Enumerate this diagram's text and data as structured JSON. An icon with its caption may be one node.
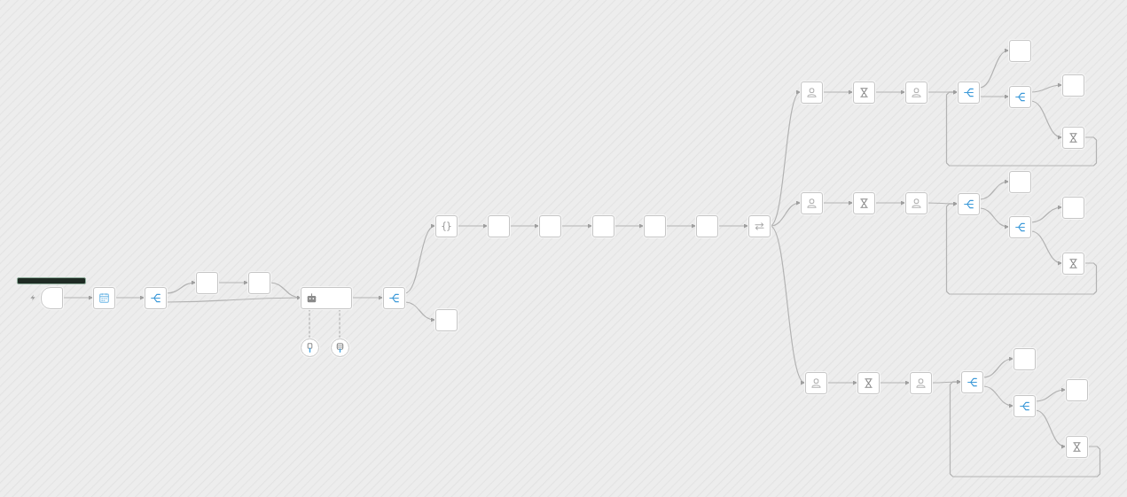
{
  "diagram": {
    "nodes": [
      {
        "text": [],
        "shape": "box"
      },
      {
        "text": [],
        "shape": "box"
      },
      {
        "text": [],
        "shape": "box"
      },
      {
        "text": [],
        "shape": "box"
      },
      {
        "text": [],
        "shape": "box"
      },
      {
        "text": [],
        "shape": "box"
      },
      {
        "text": [],
        "shape": "circle"
      },
      {
        "text": [],
        "shape": "circle"
      },
      {
        "text": [],
        "shape": "box"
      },
      {
        "text": [],
        "shape": "box"
      },
      {
        "text": [],
        "shape": "box"
      },
      {
        "text": [],
        "shape": "box"
      },
      {
        "text": [],
        "shape": "box"
      },
      {
        "text": [],
        "shape": "box"
      },
      {
        "text": [],
        "shape": "box"
      },
      {
        "text": [],
        "shape": "box"
      },
      {
        "text": [],
        "shape": "box"
      },
      {
        "text": [],
        "shape": "box"
      },
      {
        "text": [],
        "shape": "box"
      },
      {
        "text": [],
        "shape": "box"
      },
      {
        "text": [],
        "shape": "box"
      },
      {
        "text": [],
        "shape": "box"
      },
      {
        "text": [],
        "shape": "box"
      },
      {
        "text": [],
        "shape": "box"
      },
      {
        "text": [],
        "shape": "box"
      },
      {
        "text": [],
        "shape": "box"
      },
      {
        "text": [],
        "shape": "box"
      },
      {
        "text": [],
        "shape": "box"
      },
      {
        "text": [],
        "shape": "box"
      },
      {
        "text": [],
        "shape": "box"
      },
      {
        "text": [],
        "shape": "box"
      },
      {
        "text": [],
        "shape": "box"
      },
      {
        "text": [],
        "shape": "box"
      },
      {
        "text": [],
        "shape": "box"
      },
      {
        "text": [],
        "shape": "box"
      },
      {
        "text": [],
        "shape": "box"
      },
      {
        "text": [],
        "shape": "box"
      },
      {
        "text": [],
        "shape": "box"
      },
      {
        "text": [],
        "shape": "box"
      },
      {
        "text": [],
        "shape": "box"
      },
      {
        "text": [],
        "shape": "box"
      }
    ],
    "edges": [
      {
        "from": 0,
        "to": 1,
        "arrow": "to"
      },
      {
        "from": 1,
        "to": 2,
        "arrow": "to"
      },
      {
        "from": 2,
        "to": 3,
        "arrow": "to"
      },
      {
        "from": 2,
        "to": 5,
        "arrow": "to"
      },
      {
        "from": 3,
        "to": 4,
        "arrow": "to"
      },
      {
        "from": 4,
        "to": 5,
        "arrow": "to"
      },
      {
        "from": 6,
        "to": 5,
        "arrow": "none",
        "style": "dashed"
      },
      {
        "from": 7,
        "to": 5,
        "arrow": "none",
        "style": "dashed"
      },
      {
        "from": 5,
        "to": 8,
        "arrow": "to"
      },
      {
        "from": 8,
        "to": 9,
        "arrow": "to"
      },
      {
        "from": 8,
        "to": 10,
        "arrow": "to"
      },
      {
        "from": 9,
        "to": 11,
        "arrow": "to"
      },
      {
        "from": 11,
        "to": 12,
        "arrow": "to"
      },
      {
        "from": 12,
        "to": 13,
        "arrow": "to"
      },
      {
        "from": 13,
        "to": 14,
        "arrow": "to"
      },
      {
        "from": 14,
        "to": 15,
        "arrow": "to"
      },
      {
        "from": 15,
        "to": 16,
        "arrow": "to"
      },
      {
        "from": 16,
        "to": 17,
        "arrow": "to"
      },
      {
        "from": 16,
        "to": 25,
        "arrow": "to"
      },
      {
        "from": 16,
        "to": 33,
        "arrow": "to"
      },
      {
        "from": 17,
        "to": 18,
        "arrow": "to"
      },
      {
        "from": 18,
        "to": 19,
        "arrow": "to"
      },
      {
        "from": 19,
        "to": 20,
        "arrow": "to"
      },
      {
        "from": 20,
        "to": 21,
        "arrow": "to"
      },
      {
        "from": 20,
        "to": 22,
        "arrow": "to"
      },
      {
        "from": 22,
        "to": 23,
        "arrow": "to"
      },
      {
        "from": 22,
        "to": 24,
        "arrow": "to"
      },
      {
        "from": 24,
        "to": 20,
        "arrow": "to"
      },
      {
        "from": 25,
        "to": 26,
        "arrow": "to"
      },
      {
        "from": 26,
        "to": 27,
        "arrow": "to"
      },
      {
        "from": 27,
        "to": 28,
        "arrow": "to"
      },
      {
        "from": 28,
        "to": 29,
        "arrow": "to"
      },
      {
        "from": 28,
        "to": 30,
        "arrow": "to"
      },
      {
        "from": 30,
        "to": 31,
        "arrow": "to"
      },
      {
        "from": 30,
        "to": 32,
        "arrow": "to"
      },
      {
        "from": 32,
        "to": 28,
        "arrow": "to"
      },
      {
        "from": 33,
        "to": 34,
        "arrow": "to"
      },
      {
        "from": 34,
        "to": 35,
        "arrow": "to"
      },
      {
        "from": 35,
        "to": 36,
        "arrow": "to"
      },
      {
        "from": 36,
        "to": 37,
        "arrow": "to"
      },
      {
        "from": 36,
        "to": 38,
        "arrow": "to"
      },
      {
        "from": 38,
        "to": 39,
        "arrow": "to"
      },
      {
        "from": 38,
        "to": 40,
        "arrow": "to"
      },
      {
        "from": 40,
        "to": 36,
        "arrow": "to"
      }
    ]
  }
}
